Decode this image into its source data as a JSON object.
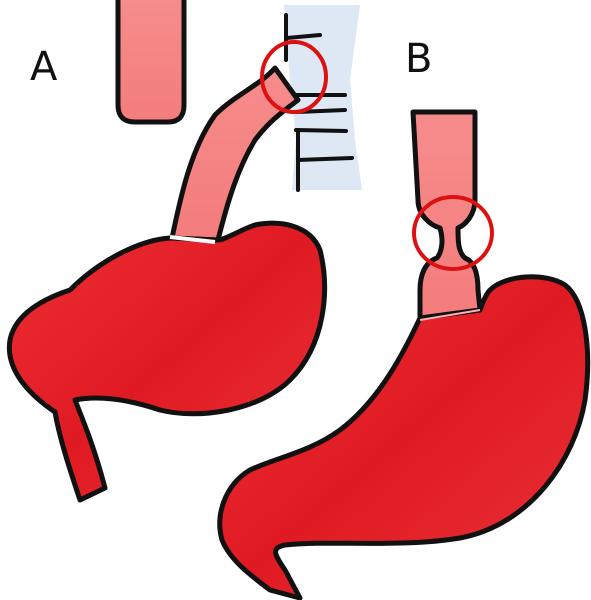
{
  "panels": [
    {
      "label": "A"
    },
    {
      "label": "B"
    }
  ],
  "colors": {
    "stomach_red": "#e8202a",
    "stomach_dark": "#d9141d",
    "tube_pink": "#f58585",
    "tube_light": "#f7a0a0",
    "spine_blue": "#dde8f4",
    "circle_red": "#dd1111",
    "outline": "#111111"
  },
  "icons": [
    "highlight-circle",
    "highlight-circle"
  ]
}
